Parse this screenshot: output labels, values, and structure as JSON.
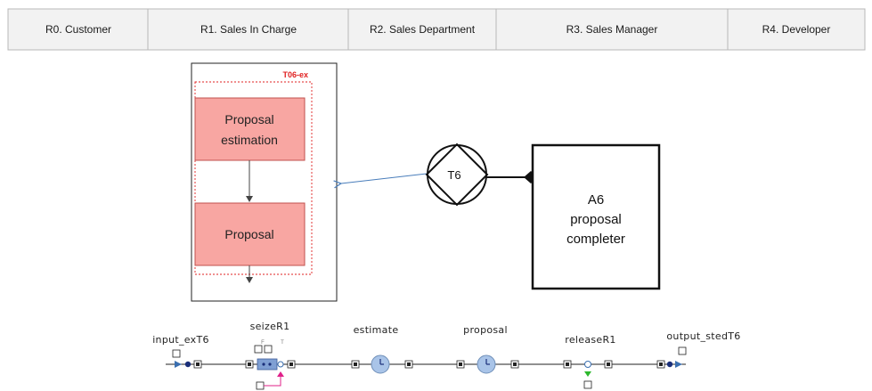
{
  "lanes": [
    "R0. Customer",
    "R1. Sales In Charge",
    "R2. Sales Department",
    "R3. Sales Manager",
    "R4. Developer"
  ],
  "process": {
    "tag": "T06-ex",
    "activities": [
      {
        "line1": "Proposal",
        "line2": "estimation"
      },
      {
        "line1": "Proposal",
        "line2": ""
      }
    ]
  },
  "transaction": {
    "label": "T6"
  },
  "actor": {
    "line1": "A6",
    "line2": "proposal",
    "line3": "completer"
  },
  "flow": {
    "blocks": [
      "input_exT6",
      "seizeR1",
      "estimate",
      "proposal",
      "releaseR1",
      "output_stedT6"
    ],
    "port_letters": [
      "F",
      "T"
    ]
  },
  "colors": {
    "activity_fill": "#f8a6a2",
    "activity_stroke": "#c0504d",
    "dashed_red": "#e02020",
    "arrow_blue": "#4a7ebb",
    "flow_blue": "#3a6fb0",
    "delay_fill": "#a9c4e8",
    "seize_fill": "#7f9fd3",
    "queue_magenta": "#e0208a",
    "release_green": "#2db82d"
  }
}
